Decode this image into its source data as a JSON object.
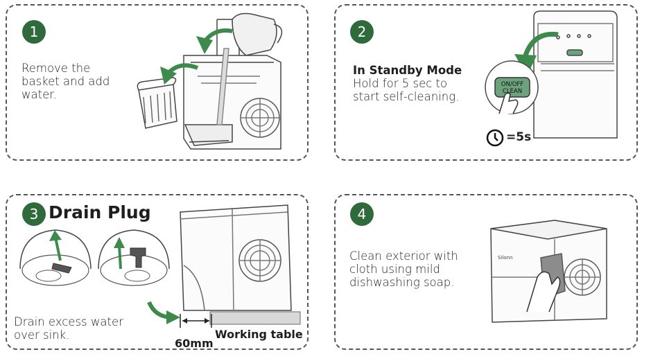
{
  "colors": {
    "accent": "#2f6a3c",
    "arrow": "#3d8a4c",
    "button": "#6ca27c",
    "line": "#444444"
  },
  "steps": [
    {
      "number": "1",
      "line1": "Remove the",
      "line2": "basket and add",
      "line3": "water."
    },
    {
      "number": "2",
      "mode": "In Standby Mode",
      "line1": "Hold for 5 sec to",
      "line2": "start self-cleaning.",
      "button_top": "ON/OFF",
      "button_bottom": "CLEAN",
      "timer_label": "=5s"
    },
    {
      "number": "3",
      "title": "Drain Plug",
      "line1": "Drain excess water",
      "line2": "over sink.",
      "gap_label": "60mm",
      "table_label": "Working table"
    },
    {
      "number": "4",
      "line1": "Clean exterior with",
      "line2": "cloth using mild",
      "line3": "dishwashing soap.",
      "brand": "Silonn"
    }
  ],
  "icons": [
    "water-jug-icon",
    "basket-icon",
    "hand-press-icon",
    "clock-icon",
    "fan-grille-icon",
    "drain-plug-icon",
    "cloth-hand-icon"
  ]
}
